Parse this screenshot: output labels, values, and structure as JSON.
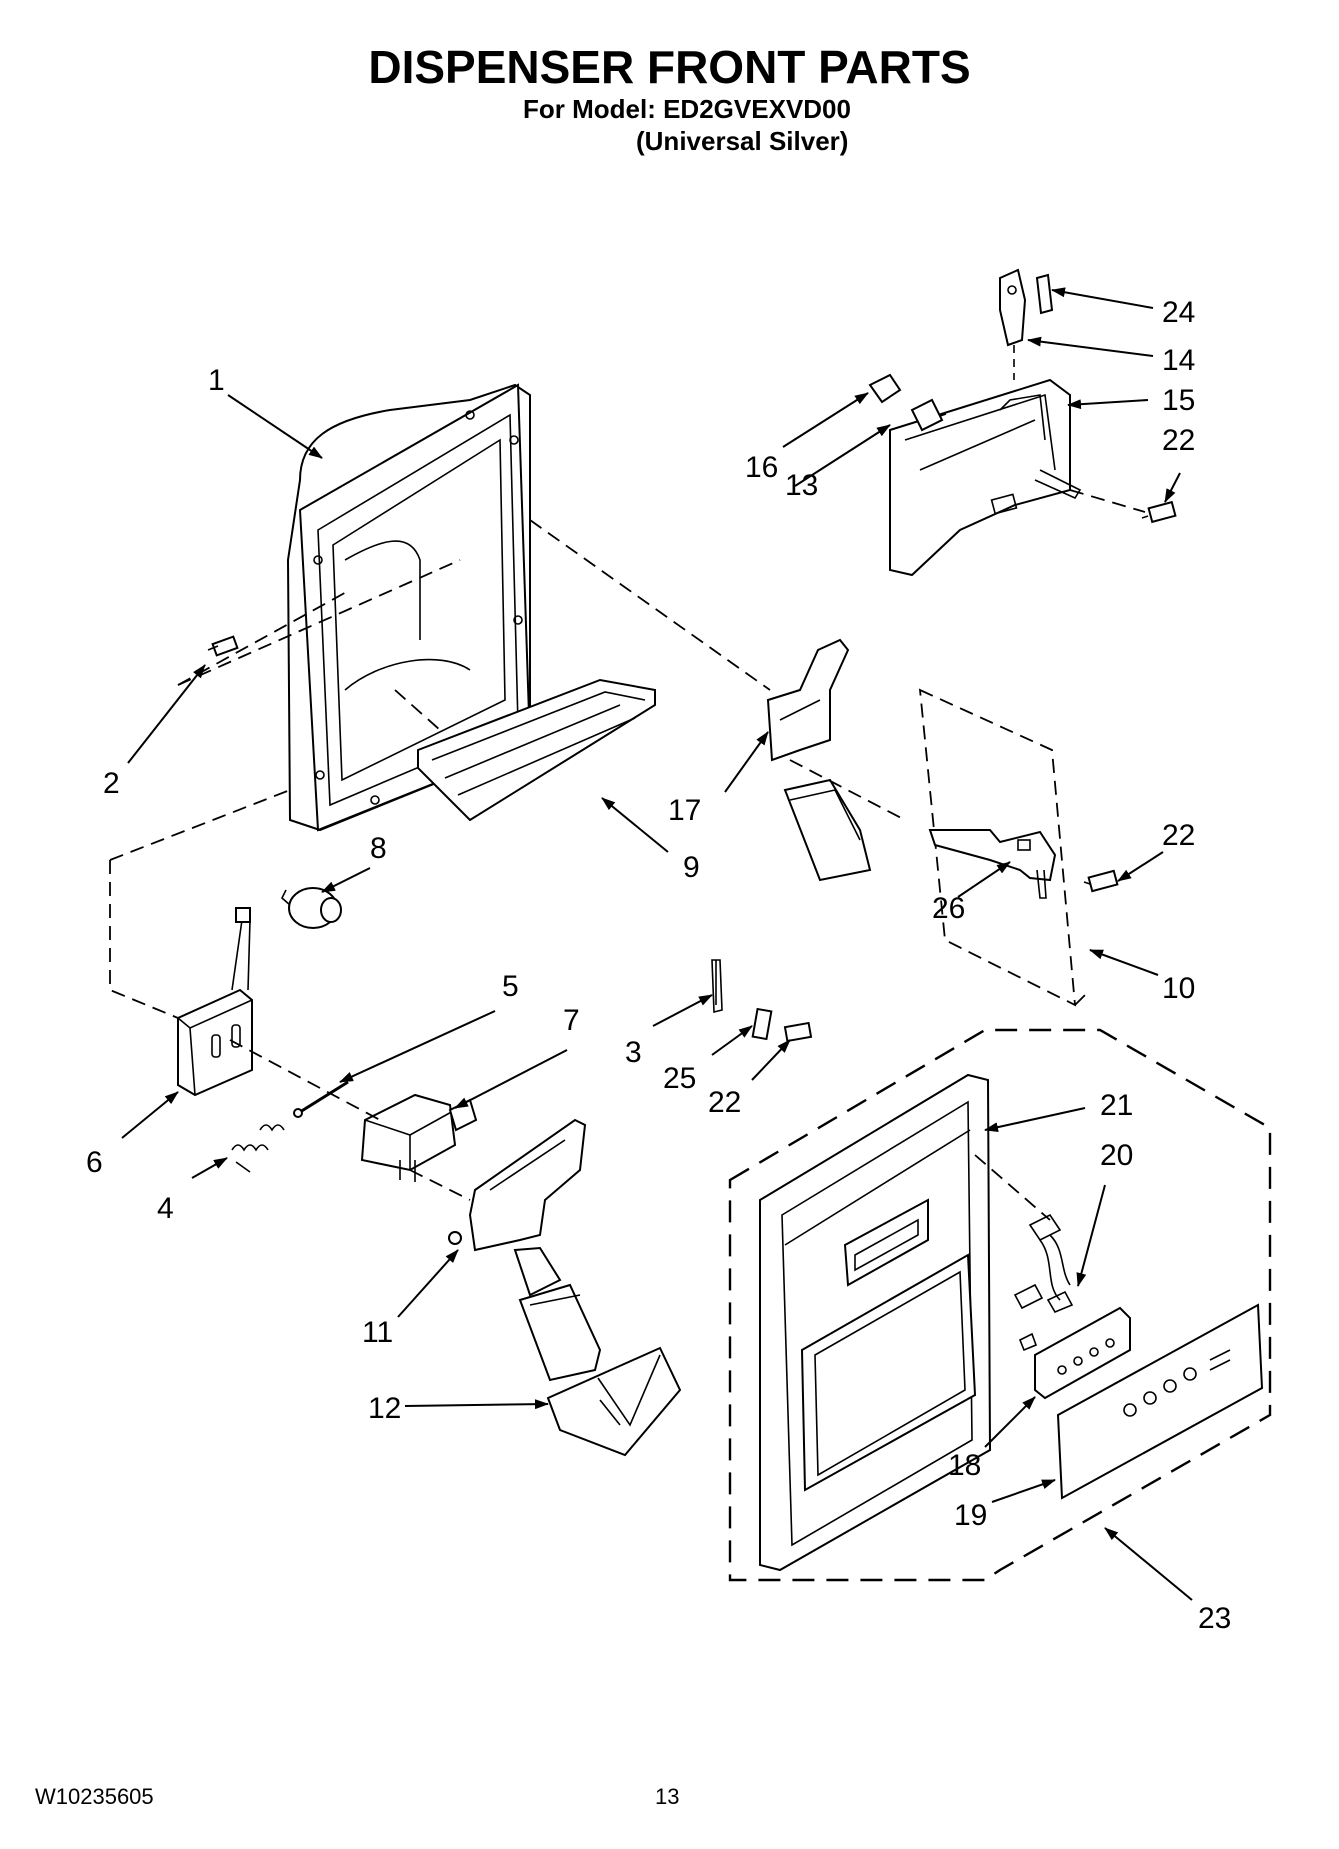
{
  "header": {
    "title": "DISPENSER FRONT PARTS",
    "model_line": "For Model: ED2GVEXVD00",
    "finish_line": "(Universal Silver)"
  },
  "footer": {
    "document_code": "W10235605",
    "page_number": "13"
  },
  "callouts": {
    "c1": "1",
    "c2": "2",
    "c3": "3",
    "c4": "4",
    "c5": "5",
    "c6": "6",
    "c7": "7",
    "c8": "8",
    "c9": "9",
    "c10": "10",
    "c11": "11",
    "c12": "12",
    "c13": "13",
    "c14": "14",
    "c15": "15",
    "c16": "16",
    "c17": "17",
    "c18": "18",
    "c19": "19",
    "c20": "20",
    "c21": "21",
    "c22a": "22",
    "c22b": "22",
    "c22c": "22",
    "c23": "23",
    "c24": "24",
    "c25": "25",
    "c26": "26"
  }
}
